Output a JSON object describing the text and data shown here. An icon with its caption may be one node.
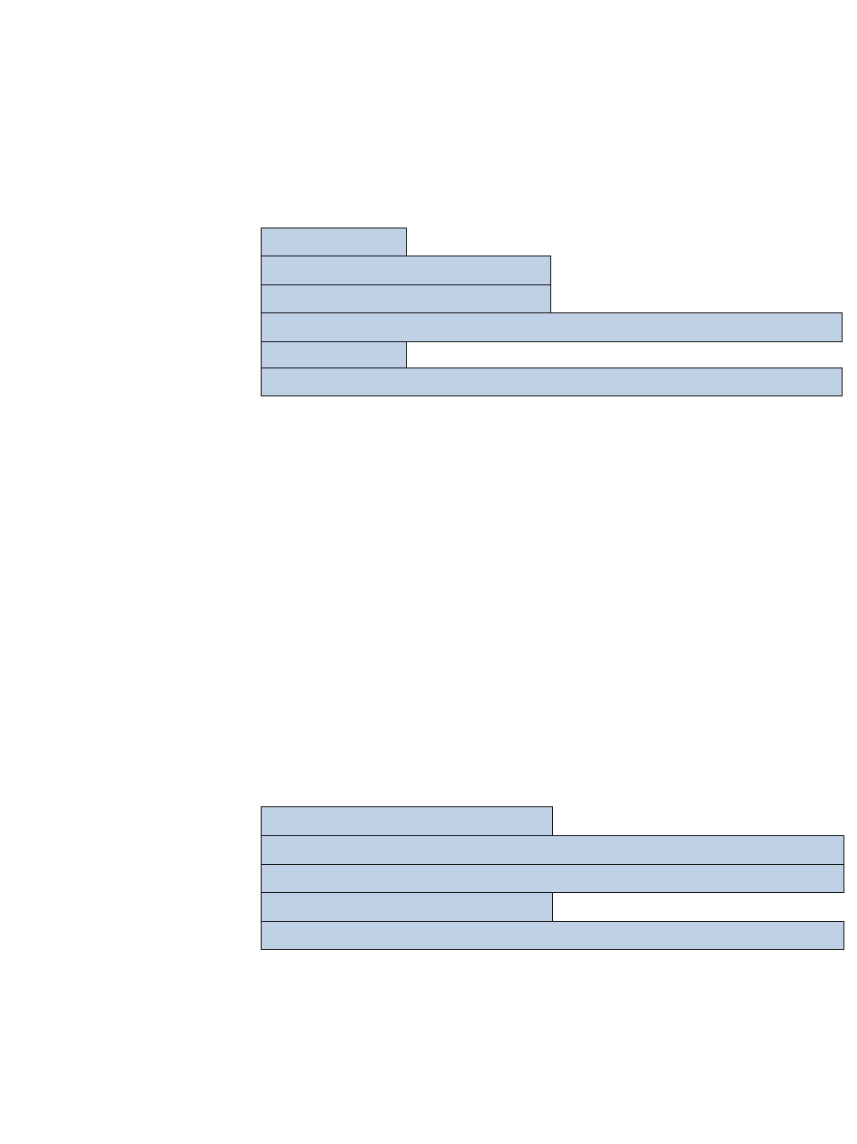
{
  "diagram": {
    "nodes": [
      {
        "text": [],
        "shape": "bar"
      },
      {
        "text": [],
        "shape": "bar"
      },
      {
        "text": [],
        "shape": "bar"
      },
      {
        "text": [],
        "shape": "bar"
      },
      {
        "text": [],
        "shape": "bar"
      },
      {
        "text": [],
        "shape": "bar"
      },
      {
        "text": [],
        "shape": "bar"
      },
      {
        "text": [],
        "shape": "bar"
      },
      {
        "text": [],
        "shape": "bar"
      },
      {
        "text": [],
        "shape": "bar"
      },
      {
        "text": [],
        "shape": "bar"
      }
    ]
  }
}
